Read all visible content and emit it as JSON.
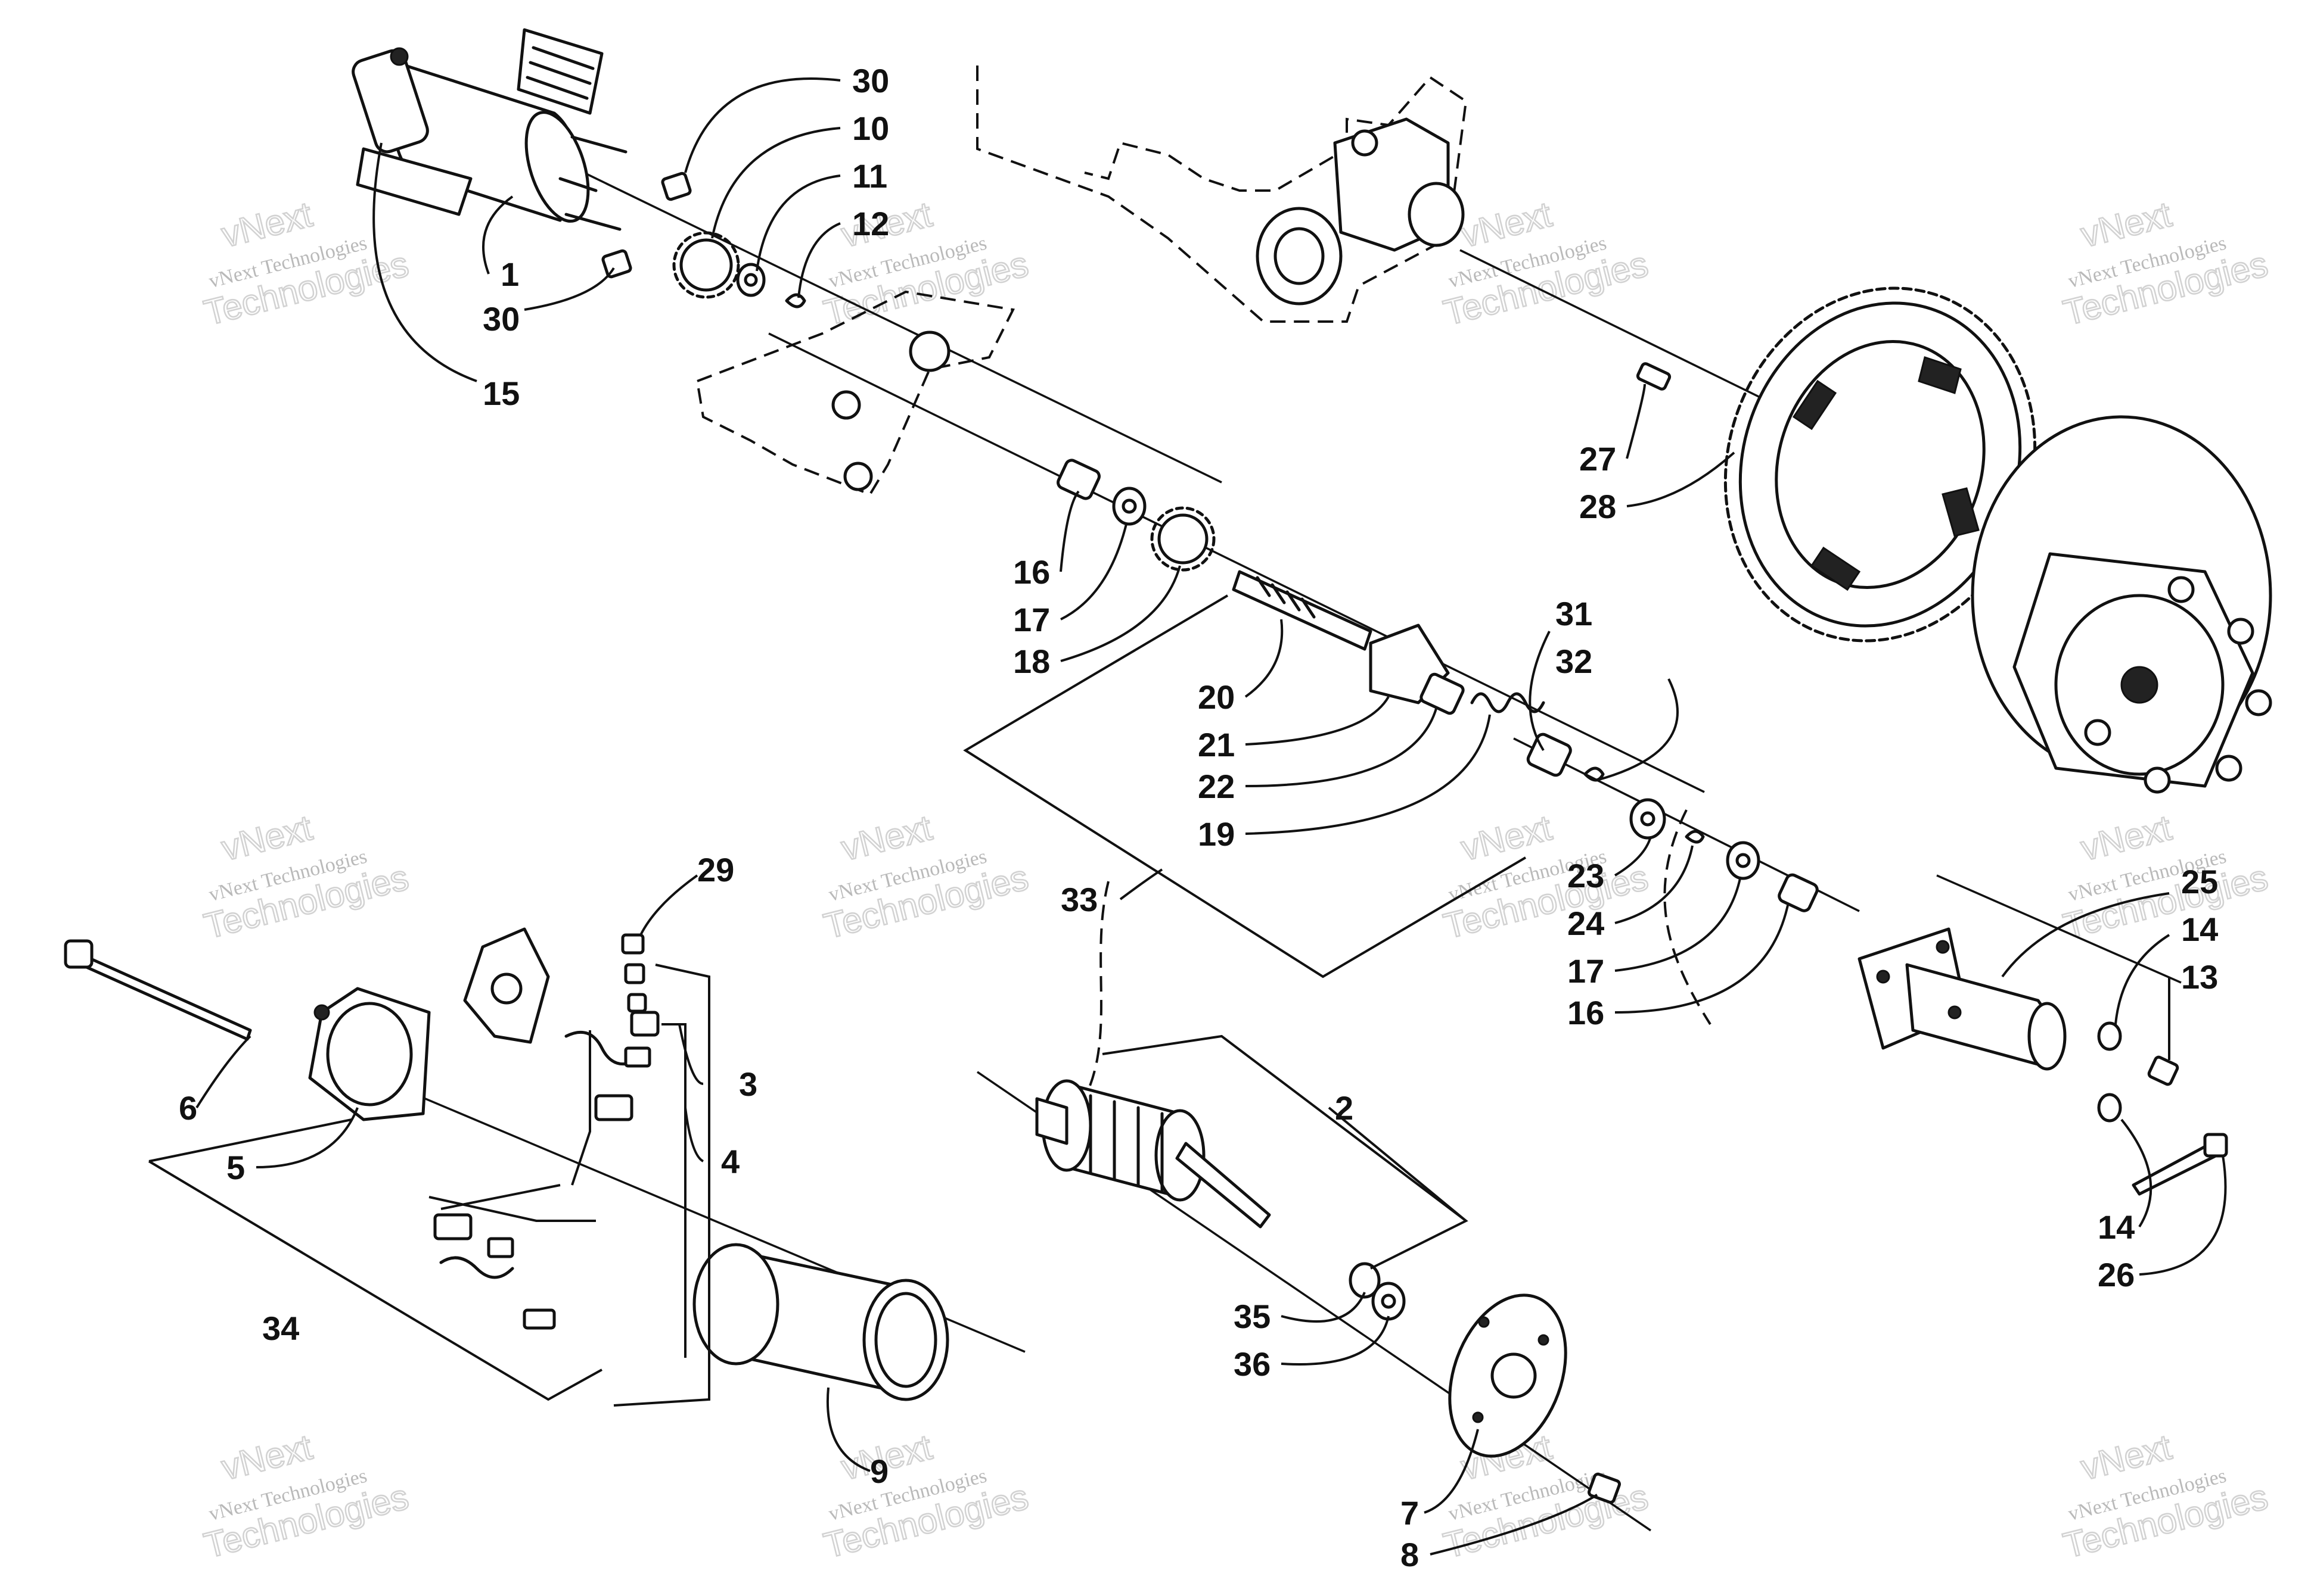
{
  "watermark": {
    "line1": "vNext",
    "line2": "vNext Technologies",
    "line3": "Technologies"
  },
  "callouts": [
    {
      "label": "1"
    },
    {
      "label": "30"
    },
    {
      "label": "10"
    },
    {
      "label": "11"
    },
    {
      "label": "12"
    },
    {
      "label": "30"
    },
    {
      "label": "15"
    },
    {
      "label": "27"
    },
    {
      "label": "28"
    },
    {
      "label": "16"
    },
    {
      "label": "17"
    },
    {
      "label": "18"
    },
    {
      "label": "20"
    },
    {
      "label": "21"
    },
    {
      "label": "22"
    },
    {
      "label": "19"
    },
    {
      "label": "31"
    },
    {
      "label": "32"
    },
    {
      "label": "33"
    },
    {
      "label": "23"
    },
    {
      "label": "24"
    },
    {
      "label": "17"
    },
    {
      "label": "16"
    },
    {
      "label": "25"
    },
    {
      "label": "14"
    },
    {
      "label": "13"
    },
    {
      "label": "14"
    },
    {
      "label": "26"
    },
    {
      "label": "29"
    },
    {
      "label": "3"
    },
    {
      "label": "4"
    },
    {
      "label": "6"
    },
    {
      "label": "5"
    },
    {
      "label": "34"
    },
    {
      "label": "2"
    },
    {
      "label": "35"
    },
    {
      "label": "36"
    },
    {
      "label": "9"
    },
    {
      "label": "7"
    },
    {
      "label": "8"
    }
  ]
}
